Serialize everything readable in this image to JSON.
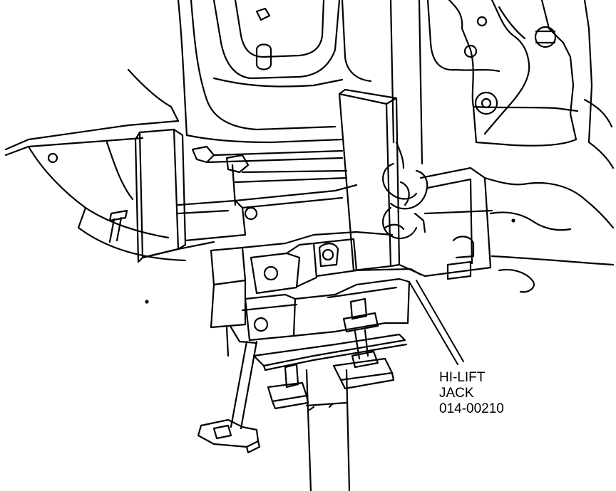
{
  "callout": {
    "line1": "HI-LIFT",
    "line2": "JACK",
    "line3": "014-00210"
  },
  "colors": {
    "ink": "#000000",
    "paper": "#ffffff"
  }
}
